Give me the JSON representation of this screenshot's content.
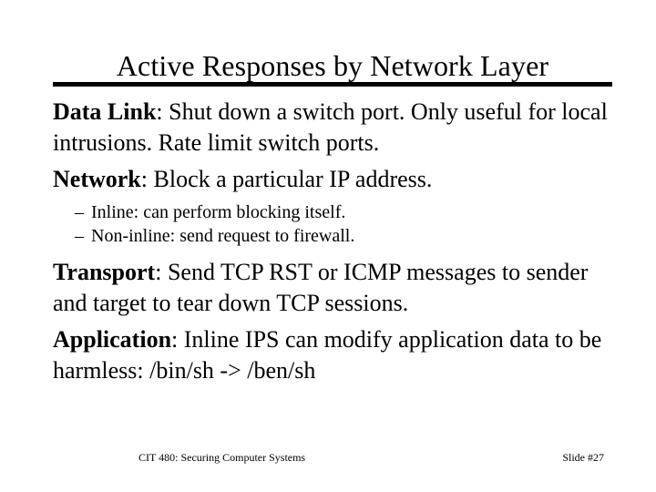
{
  "slide": {
    "title": "Active Responses by Network Layer",
    "bullets": [
      {
        "lead": "Data Link",
        "separator": ": ",
        "text": "Shut down a switch port.  Only useful for local intrusions.  Rate limit switch ports."
      },
      {
        "lead": "Network",
        "separator": ": ",
        "text": "Block a particular IP address."
      },
      {
        "lead": "Transport",
        "separator": ": ",
        "text": "Send TCP RST or ICMP messages to sender and target to tear down TCP sessions."
      },
      {
        "lead": "Application",
        "separator": ": ",
        "text": "Inline IPS can modify application data to be harmless: /bin/sh -> /ben/sh"
      }
    ],
    "sub_bullets": [
      {
        "marker": "–",
        "text": "Inline: can perform blocking itself."
      },
      {
        "marker": "–",
        "text": "Non-inline: send request to firewall."
      }
    ],
    "footer": {
      "left": "CIT 480: Securing Computer Systems",
      "right": "Slide #27"
    },
    "colors": {
      "background": "#ffffff",
      "text": "#000000",
      "rule": "#000000"
    }
  }
}
